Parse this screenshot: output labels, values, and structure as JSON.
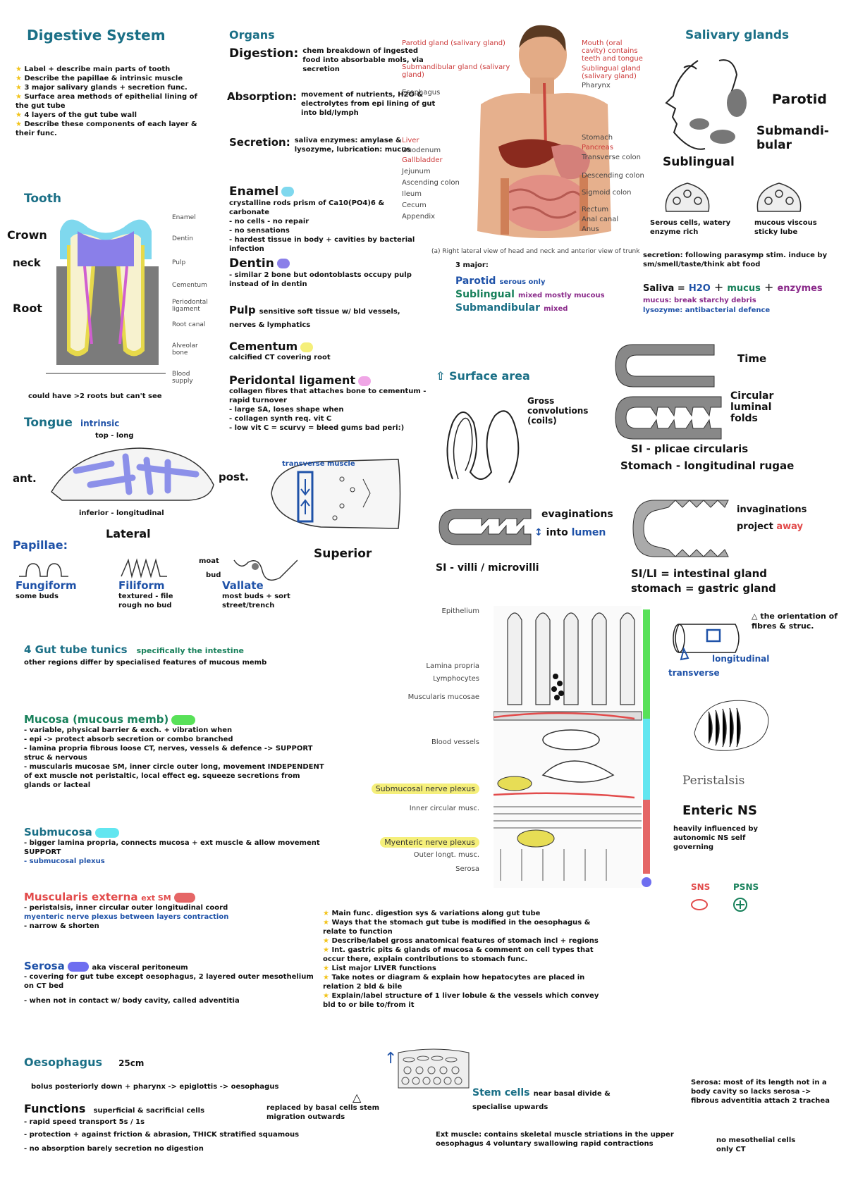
{
  "title": "Digestive System",
  "objectives": [
    "Label + describe main parts of tooth",
    "Describe the papillae & intrinsic muscle",
    "3 major salivary glands + secretion func.",
    "Surface area methods of epithelial lining of the gut tube",
    "4 layers of the gut tube wall",
    "Describe these components of each layer & their func."
  ],
  "organs": {
    "heading": "Organs",
    "digestion_label": "Digestion:",
    "digestion_text": "chem breakdown of ingested food into absorbable mols, via secretion",
    "absorption_label": "Absorption:",
    "absorption_text": "movement of nutrients, H2O & electrolytes from epi lining of gut into bld/lymph",
    "secretion_label": "Secretion:",
    "secretion_text": "saliva enzymes: amylase & lysozyme, lubrication: mucus"
  },
  "body_figure": {
    "labels_left": [
      "Parotid gland (salivary gland)",
      "Submandibular gland (salivary gland)",
      "Esophagus",
      "Liver",
      "Duodenum",
      "Gallbladder",
      "Jejunum",
      "Ascending colon",
      "Ileum",
      "Cecum",
      "Appendix"
    ],
    "labels_right": [
      "Mouth (oral cavity) contains teeth and tongue",
      "Sublingual gland (salivary gland)",
      "Pharynx",
      "Stomach",
      "Pancreas",
      "Transverse colon",
      "Descending colon",
      "Sigmoid colon",
      "Rectum",
      "Anal canal",
      "Anus"
    ],
    "caption": "(a) Right lateral view of head and neck and anterior view of trunk",
    "major_label": "3 major:",
    "major": [
      {
        "name": "Parotid",
        "note": "serous only"
      },
      {
        "name": "Sublingual",
        "note": "mixed mostly mucous"
      },
      {
        "name": "Submandibular",
        "note": "mixed"
      }
    ]
  },
  "salivary": {
    "heading": "Salivary glands",
    "parotid": "Parotid",
    "submandibular": "Submandi-bular",
    "sublingual": "Sublingual",
    "serous_caption": "Serous cells, watery enzyme rich",
    "mucous_caption": "mucous viscous sticky lube",
    "secretion_note": "secretion: following parasymp stim. induce by sm/smell/taste/think abt food",
    "saliva_label": "Saliva =",
    "saliva_parts": [
      "H2O",
      "mucus",
      "enzymes"
    ],
    "mucus_note": "mucus: break starchy debris",
    "lysozyme_note": "lysozyme: antibacterial defence"
  },
  "tooth": {
    "heading": "Tooth",
    "crown": "Crown",
    "neck": "neck",
    "root": "Root",
    "labels": [
      "Enamel",
      "Dentin",
      "Pulp",
      "Cementum",
      "Periodontal ligament",
      "Root canal",
      "Alveolar bone",
      "Blood supply"
    ],
    "caption": "could have >2 roots but can't see",
    "enamel_title": "Enamel",
    "enamel_text": [
      "crystalline rods prism of Ca10(PO4)6 & carbonate",
      "- no cells - no repair",
      "- no sensations",
      "- hardest tissue in body + cavities by bacterial infection"
    ],
    "dentin_title": "Dentin",
    "dentin_text": [
      "- similar 2 bone but odontoblasts occupy pulp instead of in dentin"
    ],
    "pulp_title": "Pulp",
    "pulp_text": "sensitive soft tissue w/ bld vessels, nerves & lymphatics",
    "cementum_title": "Cementum",
    "cementum_text": "calcified CT covering root",
    "perio_title": "Peridontal ligament",
    "perio_text": [
      "collagen fibres that attaches bone to cementum - rapid turnover",
      "- large SA, loses shape when",
      "- collagen synth req. vit C",
      "- low vit C = scurvy = bleed gums bad peri:)"
    ]
  },
  "tongue": {
    "heading": "Tongue",
    "intrinsic": "intrinsic",
    "top_label": "top - long",
    "ant": "ant.",
    "post": "post.",
    "inferior": "inferior - longitudinal",
    "lateral": "Lateral",
    "transverse_muscle": "transverse muscle",
    "superior": "Superior"
  },
  "papillae": {
    "heading": "Papillae:",
    "items": [
      {
        "name": "Fungiform",
        "desc": "some buds"
      },
      {
        "name": "Filiform",
        "desc": "textured - file rough no bud"
      },
      {
        "name": "Vallate",
        "desc": "most buds + sort street/trench"
      }
    ],
    "moat": "moat",
    "bud": "bud"
  },
  "surface_area": {
    "heading": "Surface area",
    "gross": "Gross convolutions (coils)",
    "time": "Time",
    "circular": "Circular luminal folds",
    "si_plicae": "SI - plicae circularis",
    "stomach_rugae": "Stomach - longitudinal rugae",
    "evaginations": "evaginations",
    "into_lumen_prefix": "into",
    "into_lumen_word": "lumen",
    "invaginations": "invaginations",
    "project_prefix": "project",
    "project_word": "away",
    "si_villi": "SI - villi / microvilli",
    "si_li": "SI/LI = intestinal gland",
    "stomach_gastric": "stomach = gastric gland"
  },
  "gut_tube": {
    "heading": "4 Gut tube tunics",
    "heading_note": "specifically the intestine",
    "subnote": "other regions differ by specialised features of mucous memb",
    "orientation_note": "the orientation of fibres & struc.",
    "longitudinal": "longitudinal",
    "transverse": "transverse",
    "peristalsis": "Peristalsis",
    "enteric": "Enteric NS",
    "enteric_note": "heavily influenced by autonomic NS self governing",
    "sns": "SNS",
    "psns": "PSNS",
    "wall_labels": [
      "Epithelium",
      "Lamina propria",
      "Lymphocytes",
      "Muscularis mucosae",
      "Blood vessels",
      "Submucosal nerve plexus",
      "Inner circular musc.",
      "Myenteric nerve plexus",
      "Outer longt. musc.",
      "Serosa"
    ]
  },
  "mucosa": {
    "title": "Mucosa (mucous memb)",
    "lines": [
      "- variable, physical barrier & exch. + vibration when",
      "- epi -> protect absorb secretion or combo       branched",
      "- lamina propria fibrous loose CT, nerves, vessels & defence -> SUPPORT struc & nervous",
      "- muscularis mucosae SM, inner circle outer long, movement INDEPENDENT of ext muscle not peristaltic, local effect eg. squeeze secretions from glands or lacteal"
    ]
  },
  "submucosa": {
    "title": "Submucosa",
    "lines": [
      "- bigger lamina propria, connects mucosa + ext muscle & allow movement   SUPPORT",
      "- submucosal plexus"
    ]
  },
  "muscularis": {
    "title": "Muscularis externa",
    "title_note": "ext SM",
    "lines": [
      "- peristalsis, inner circular outer longitudinal  coord",
      "  myenteric nerve plexus between layers     contraction",
      "- narrow & shorten"
    ]
  },
  "serosa": {
    "title": "Serosa",
    "title_note": "aka visceral peritoneum",
    "lines": [
      "- covering for gut tube except oesophagus, 2 layered outer mesothelium on CT bed",
      "- when not in contact w/ body cavity, called adventitia"
    ]
  },
  "objectives2": [
    "Main func. digestion sys & variations along gut tube",
    "Ways that the stomach gut tube is modified in the oesophagus & relate to function",
    "Describe/label gross anatomical features of stomach incl + regions",
    "Int. gastric pits & glands of mucosa & comment on cell types that occur there, explain contributions to stomach func.",
    "List major LIVER functions",
    "Take notes or diagram & explain how hepatocytes are placed in relation 2 bld & bile",
    "Explain/label structure of 1 liver lobule & the vessels which convey bld to or bile to/from it"
  ],
  "oesophagus": {
    "title": "Oesophagus",
    "length": "25cm",
    "line1": "bolus posteriorly down + pharynx -> epiglottis -> oesophagus",
    "functions": "Functions",
    "functions_note": "superficial & sacrificial cells",
    "replaced": "replaced by basal cells stem migration outwards",
    "f1": "- rapid speed transport   5s / 1s",
    "f2": "- protection + against friction & abrasion, THICK stratified squamous",
    "f3": "- no absorption barely secretion no digestion",
    "stem_cells": "Stem cells",
    "stem_note": "near basal divide & specialise upwards",
    "ext_muscle": "Ext muscle: contains skeletal muscle striations in the upper oesophagus 4 voluntary swallowing rapid contractions",
    "serosa_note": "Serosa: most of its length not in a body cavity so lacks serosa -> fibrous adventitia attach 2 trachea",
    "mesothelial": "no mesothelial cells only CT"
  }
}
